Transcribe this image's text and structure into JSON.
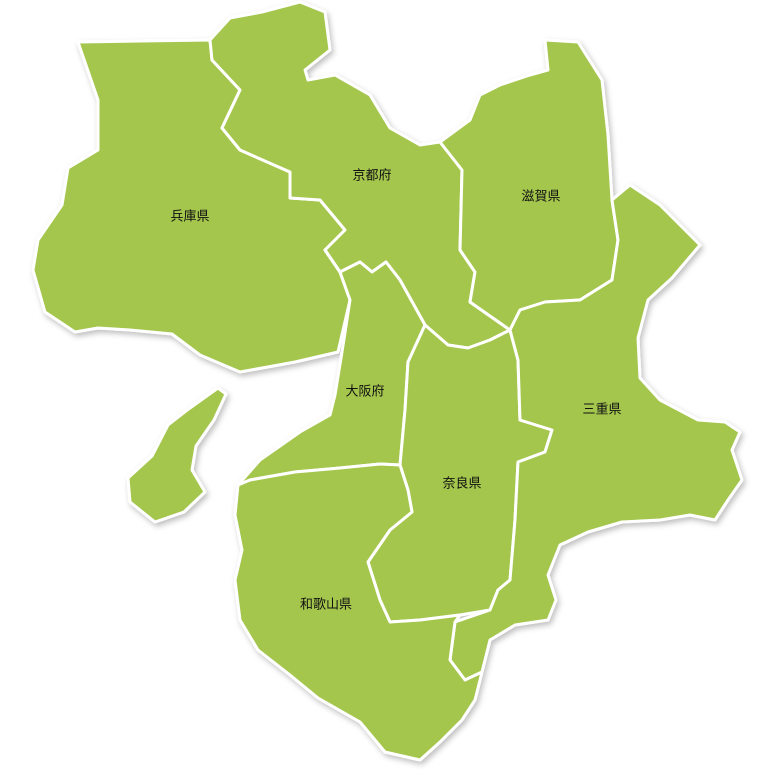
{
  "map": {
    "land_color": "#a4c64e",
    "border_color": "#ffffff",
    "prefectures": [
      {
        "id": "hyogo",
        "label": "兵庫県"
      },
      {
        "id": "kyoto",
        "label": "京都府"
      },
      {
        "id": "shiga",
        "label": "滋賀県"
      },
      {
        "id": "osaka",
        "label": "大阪府"
      },
      {
        "id": "nara",
        "label": "奈良県"
      },
      {
        "id": "mie",
        "label": "三重県"
      },
      {
        "id": "wakayama",
        "label": "和歌山県"
      }
    ]
  }
}
